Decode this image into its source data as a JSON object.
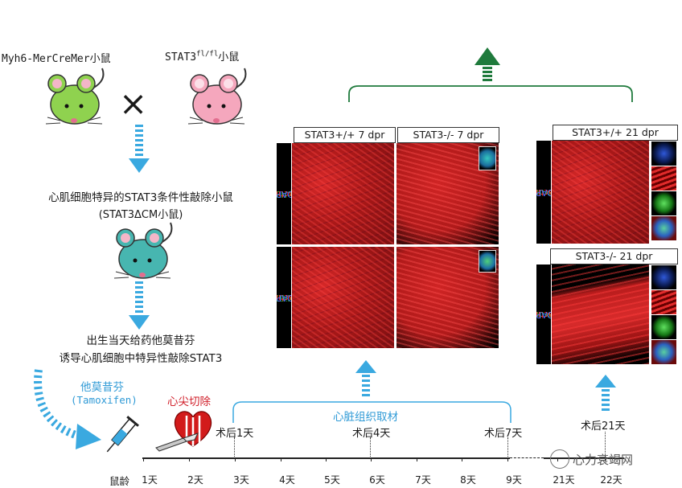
{
  "mice": {
    "left_label": "Myh6-MerCreMer小鼠",
    "right_label_base": "STAT3",
    "right_label_sup": "fl/fl",
    "right_label_tail": "小鼠",
    "cross_symbol": "×",
    "knockout_line1": "心肌细胞特异的STAT3条件性敲除小鼠",
    "knockout_line2": "(STAT3ΔCM小鼠)",
    "instruction_line1": "出生当天给药他莫昔芬",
    "instruction_line2": "诱导心肌细胞中特异性敲除STAT3"
  },
  "treatment": {
    "drug_cn": "他莫昔芬",
    "drug_en": "(Tamoxifen)",
    "surgery": "心尖切除"
  },
  "sampling": {
    "label": "心脏组织取材",
    "post_day1": "术后1天",
    "post_day4": "术后4天",
    "post_day7": "术后7天",
    "post_day21": "术后21天"
  },
  "panels_7dpr": {
    "header_wt": "STAT3+/+ 7 dpr",
    "header_ko": "STAT3-/- 7 dpr",
    "row1_marker": "pH3",
    "row2_marker": "Ki67",
    "stain_actinin": "α-actinin",
    "stain_dapi": "DAPI"
  },
  "panels_21dpr": {
    "header_wt": "STAT3+/+ 21 dpr",
    "header_ko": "STAT3-/- 21 dpr",
    "marker": "Brdu",
    "stain_actinin": "α-actinin",
    "stain_dapi": "DAPI"
  },
  "timeline": {
    "axis_label": "鼠龄",
    "ticks": [
      "1天",
      "2天",
      "3天",
      "4天",
      "5天",
      "6天",
      "7天",
      "8天",
      "9天",
      "21天",
      "22天"
    ]
  },
  "watermark": "心力衰竭网",
  "colors": {
    "arrow_blue": "#3aa9e0",
    "arrow_green": "#1f7a3c",
    "bracket_blue": "#3aa9e0",
    "bracket_green": "#1f7a3c"
  }
}
